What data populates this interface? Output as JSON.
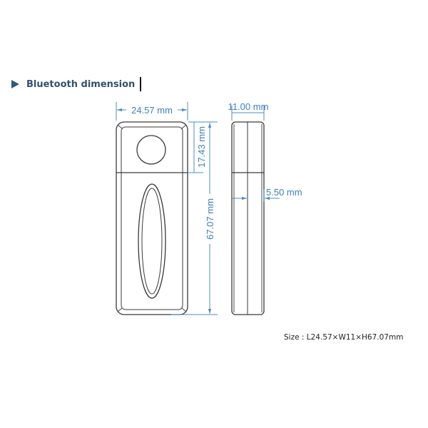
{
  "heading": {
    "title": "Bluetooth dimension"
  },
  "dimensions": {
    "width": "24.57 mm",
    "thickness": "11.00 mm",
    "cap_height": "17.43 mm",
    "total_height": "67.07 mm",
    "half_thickness": "5.50 mm"
  },
  "footer": {
    "size_text": "Size : L24.57×W11×H67.07mm"
  },
  "colors": {
    "dimension_line": "#4a8cc7",
    "dimension_text": "#3f7fb8",
    "outline": "#3a3a3a",
    "heading": "#34506e"
  }
}
